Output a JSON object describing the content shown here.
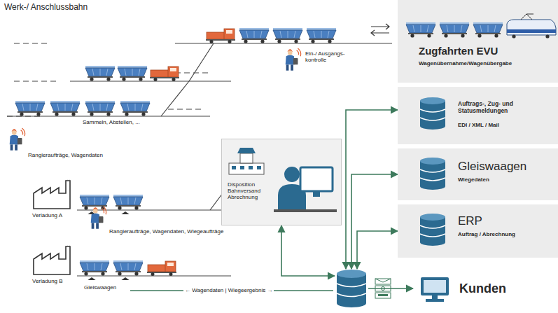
{
  "diagram": {
    "title": "Werk-/ Anschlussbahn",
    "nodes": [
      {
        "text": [
          "Zugfahrten EVU",
          "Wagenübernahme/Wagenübergabe"
        ]
      },
      {
        "text": [
          "Auftrags-, Zug- und Statusmeldungen",
          "EDI / XML / Mail"
        ]
      },
      {
        "text": [
          "Gleiswaagen",
          "Wiegedaten"
        ]
      },
      {
        "text": [
          "ERP",
          "Auftrag / Abrechnung"
        ]
      },
      {
        "text": [
          "Kunden"
        ]
      },
      {
        "text": [
          "Disposition Bahnversand Abrechnung"
        ]
      },
      {
        "text": []
      }
    ],
    "edges": [
      {
        "from": 6,
        "to": 1,
        "arrow": "both"
      },
      {
        "from": 6,
        "to": 2,
        "arrow": "both"
      },
      {
        "from": 6,
        "to": 3,
        "arrow": "both"
      },
      {
        "from": 6,
        "to": 5,
        "arrow": "both"
      },
      {
        "from": 6,
        "to": 4,
        "arrow": "to"
      }
    ],
    "labels": [
      "Ein-/ Ausgangs- kontrolle",
      "Sammeln, Abstellen, ...",
      "Rangieraufträge, Wagendaten",
      "Verladung A",
      "Rangieraufträge, Wagendaten, Wiegeaufträge",
      "Verladung B",
      "Gleiswaagen",
      "← Wagendaten | Wiegeergebnis →"
    ]
  }
}
